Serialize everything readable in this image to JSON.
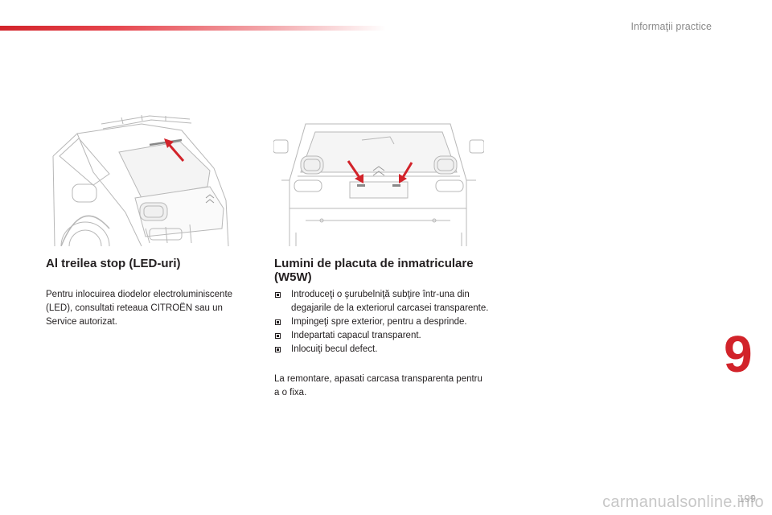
{
  "header": {
    "section_title": "Informaţii practice",
    "accent_color": "#d2232a"
  },
  "left": {
    "heading": "Al treilea stop (LED-uri)",
    "paragraph": "Pentru inlocuirea diodelor electroluminiscente (LED), consultati reteaua CITROËN sau un Service autorizat.",
    "image_icon": "car-rear-three-quarter-illustration"
  },
  "right": {
    "heading": "Lumini de placuta de inmatriculare (W5W)",
    "steps": [
      "Introduceţi o şurubelniţă subţire într-una din degajarile de la exteriorul carcasei transparente.",
      "Impingeţi spre exterior, pentru a desprinde.",
      "Indepartati capacul transparent.",
      "Inlocuiţi becul defect."
    ],
    "closing": "La remontare, apasati carcasa transparenta pentru a o fixa.",
    "image_icon": "car-rear-view-illustration"
  },
  "chapter_number": "9",
  "page_number": "199",
  "watermark": "carmanualsonline.info"
}
